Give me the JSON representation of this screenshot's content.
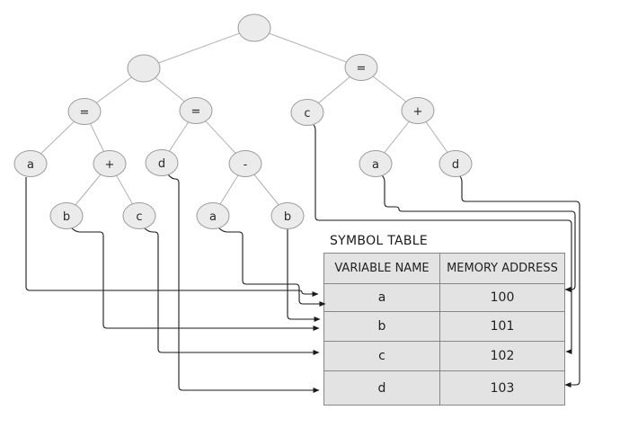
{
  "tree": {
    "nodes": [
      {
        "label": ""
      },
      {
        "label": ""
      },
      {
        "label": "="
      },
      {
        "label": "="
      },
      {
        "label": "="
      },
      {
        "label": "c"
      },
      {
        "label": "+"
      },
      {
        "label": "a"
      },
      {
        "label": "+"
      },
      {
        "label": "d"
      },
      {
        "label": "-"
      },
      {
        "label": "a"
      },
      {
        "label": "d"
      },
      {
        "label": "b"
      },
      {
        "label": "c"
      },
      {
        "label": "a"
      },
      {
        "label": "b"
      }
    ]
  },
  "symbol_table": {
    "title": "SYMBOL TABLE",
    "headers": [
      "VARIABLE NAME",
      "MEMORY ADDRESS"
    ],
    "rows": [
      {
        "name": "a",
        "address": "100"
      },
      {
        "name": "b",
        "address": "101"
      },
      {
        "name": "c",
        "address": "102"
      },
      {
        "name": "d",
        "address": "103"
      }
    ]
  },
  "colors": {
    "node_fill": "#ebebeb",
    "node_border": "#9b9b9b",
    "tree_edge": "#b0b0b0",
    "arrow": "#1a1a1a",
    "table_fill": "#e3e3e3",
    "table_border": "#878787",
    "text": "#222222"
  }
}
